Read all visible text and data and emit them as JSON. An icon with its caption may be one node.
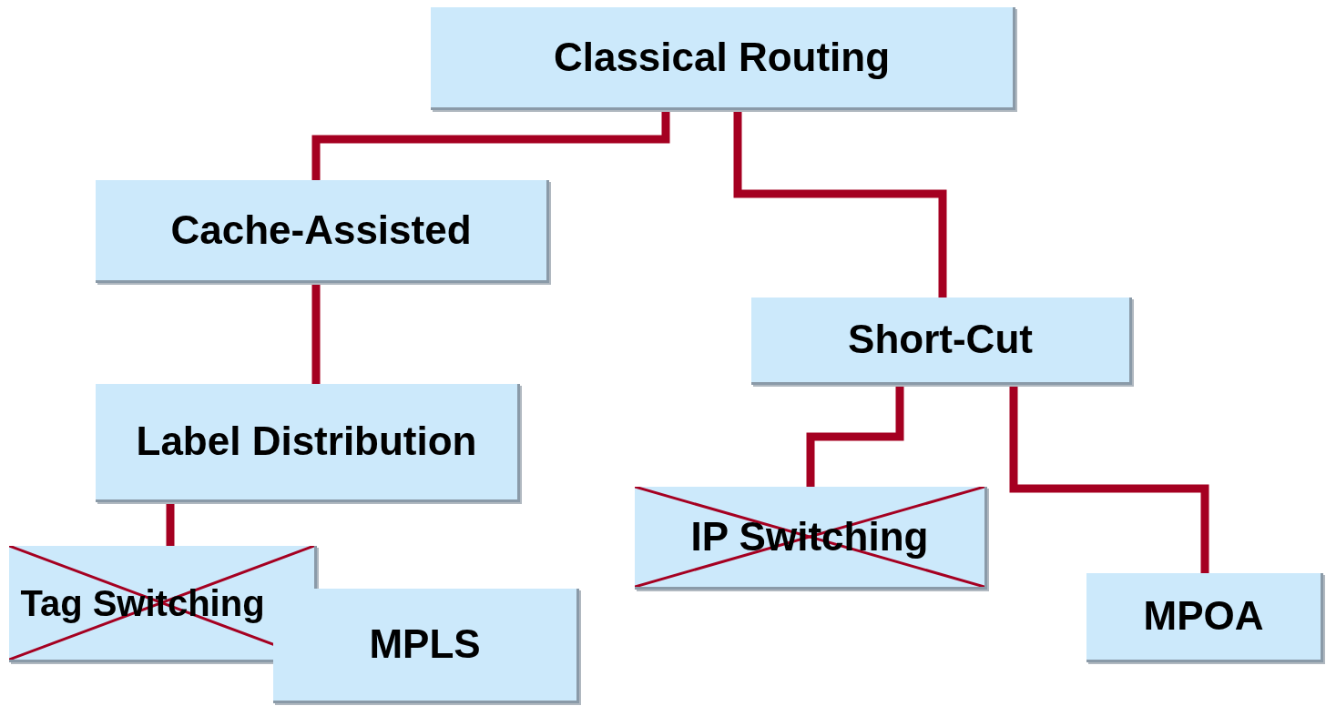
{
  "diagram": {
    "nodes": [
      {
        "text": [
          "Classical Routing"
        ]
      },
      {
        "text": [
          "Cache-Assisted"
        ]
      },
      {
        "text": [
          "Short-Cut"
        ]
      },
      {
        "text": [
          "Label Distribution"
        ]
      },
      {
        "text": [
          "Tag Switching"
        ]
      },
      {
        "text": [
          "MPLS"
        ]
      },
      {
        "text": [
          "IP Switching"
        ]
      },
      {
        "text": [
          "MPOA"
        ]
      }
    ],
    "edges": [
      {
        "from": 0,
        "to": 1,
        "arrow": "none"
      },
      {
        "from": 0,
        "to": 2,
        "arrow": "none"
      },
      {
        "from": 1,
        "to": 3,
        "arrow": "none"
      },
      {
        "from": 3,
        "to": 4,
        "arrow": "none"
      },
      {
        "from": 2,
        "to": 6,
        "arrow": "none"
      },
      {
        "from": 2,
        "to": 7,
        "arrow": "none"
      }
    ]
  }
}
